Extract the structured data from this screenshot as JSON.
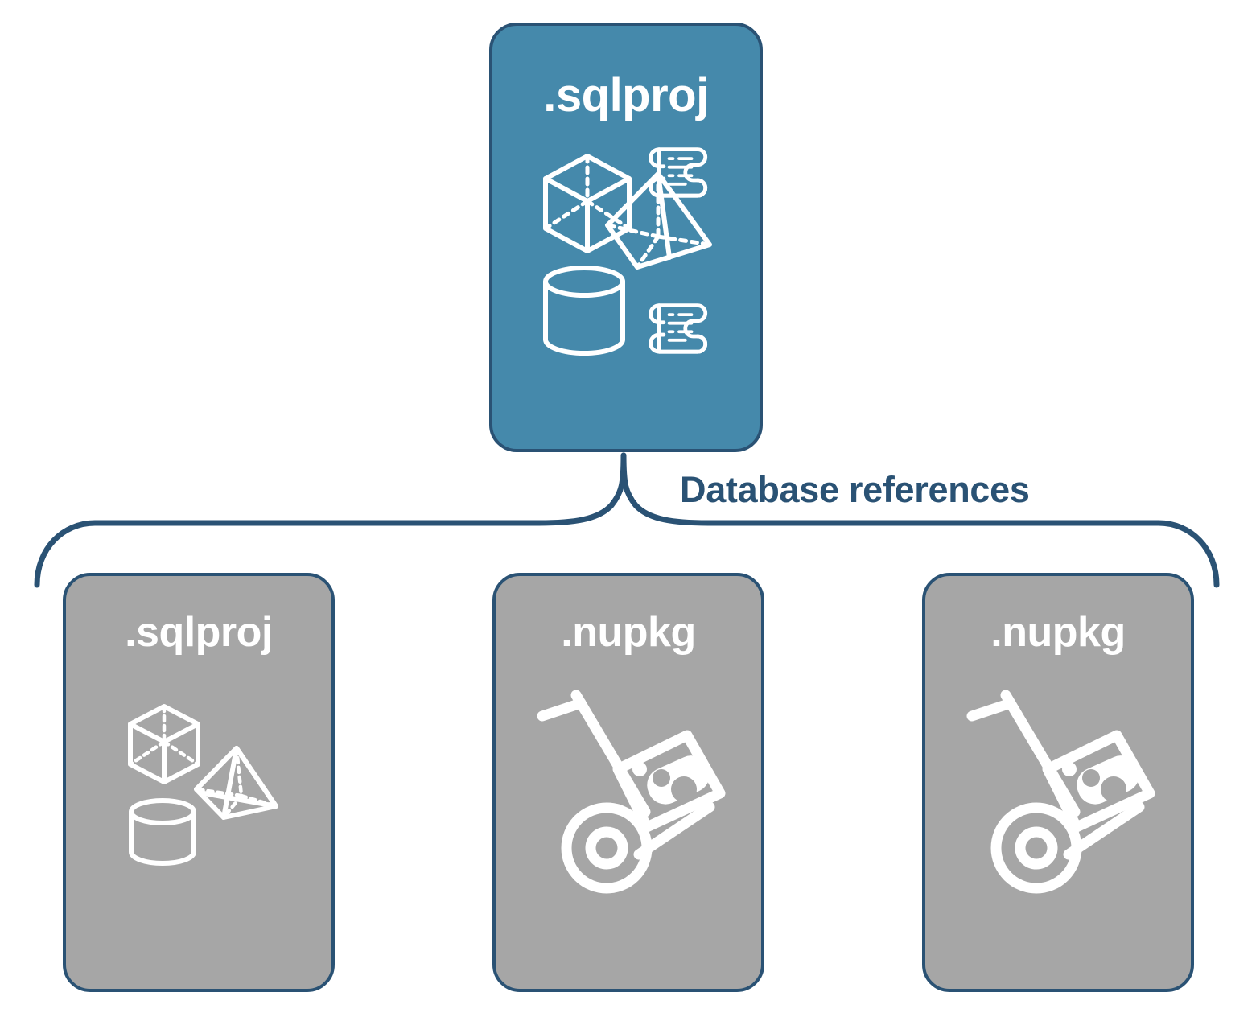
{
  "diagram": {
    "title_text": "Database references",
    "colors": {
      "accent_blue_fill": "#4589ab",
      "gray_fill": "#a6a6a6",
      "border_navy": "#2a5274",
      "label_navy": "#2a5274",
      "icon_white": "#ffffff",
      "background": "#ffffff"
    },
    "root": {
      "label": ".sqlproj",
      "icons": [
        "cube-icon",
        "script-scroll-icon",
        "pyramid-icon",
        "cylinder-icon",
        "script-scroll-icon"
      ]
    },
    "connector": {
      "type": "curly-brace",
      "label": "Database references"
    },
    "references": [
      {
        "label": ".sqlproj",
        "kind": "sqlproj",
        "icons": [
          "cube-icon",
          "pyramid-icon",
          "cylinder-icon"
        ]
      },
      {
        "label": ".nupkg",
        "kind": "nupkg",
        "icons": [
          "nuget-package-dolly-icon"
        ]
      },
      {
        "label": ".nupkg",
        "kind": "nupkg",
        "icons": [
          "nuget-package-dolly-icon"
        ]
      }
    ]
  }
}
